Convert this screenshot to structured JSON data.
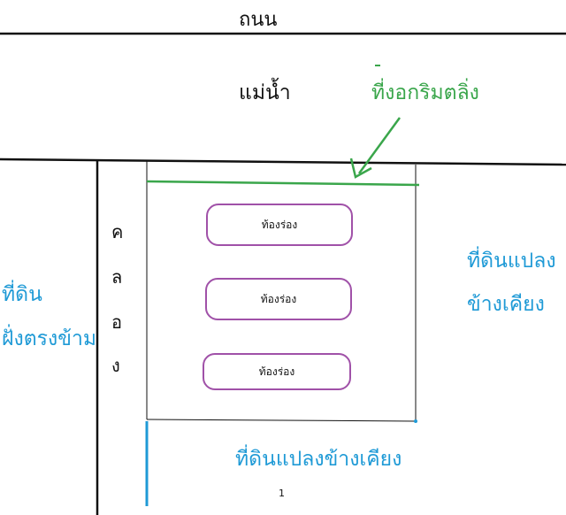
{
  "labels": {
    "road": "ถนน",
    "river": "แม่น้ำ",
    "riverbank_strip": "ที่งอกริมตลิ่ง",
    "canal": [
      "ค",
      "ล",
      "อ",
      "ง"
    ],
    "opposite_land_line1": "ที่ดิน",
    "opposite_land_line2": "ฝั่งตรงข้าม",
    "adjacent_right_line1": "ที่ดินแปลง",
    "adjacent_right_line2": "ข้างเคียง",
    "adjacent_bottom": "ที่ดินแปลงข้างเคียง",
    "page_number": "1"
  },
  "ponds": [
    {
      "label": "ท้องร่อง"
    },
    {
      "label": "ท้องร่อง"
    },
    {
      "label": "ท้องร่อง"
    }
  ],
  "colors": {
    "line": "#111111",
    "strip_green": "#3aa64b",
    "pond_purple": "#a051a8",
    "label_blue": "#1f9ad6"
  }
}
